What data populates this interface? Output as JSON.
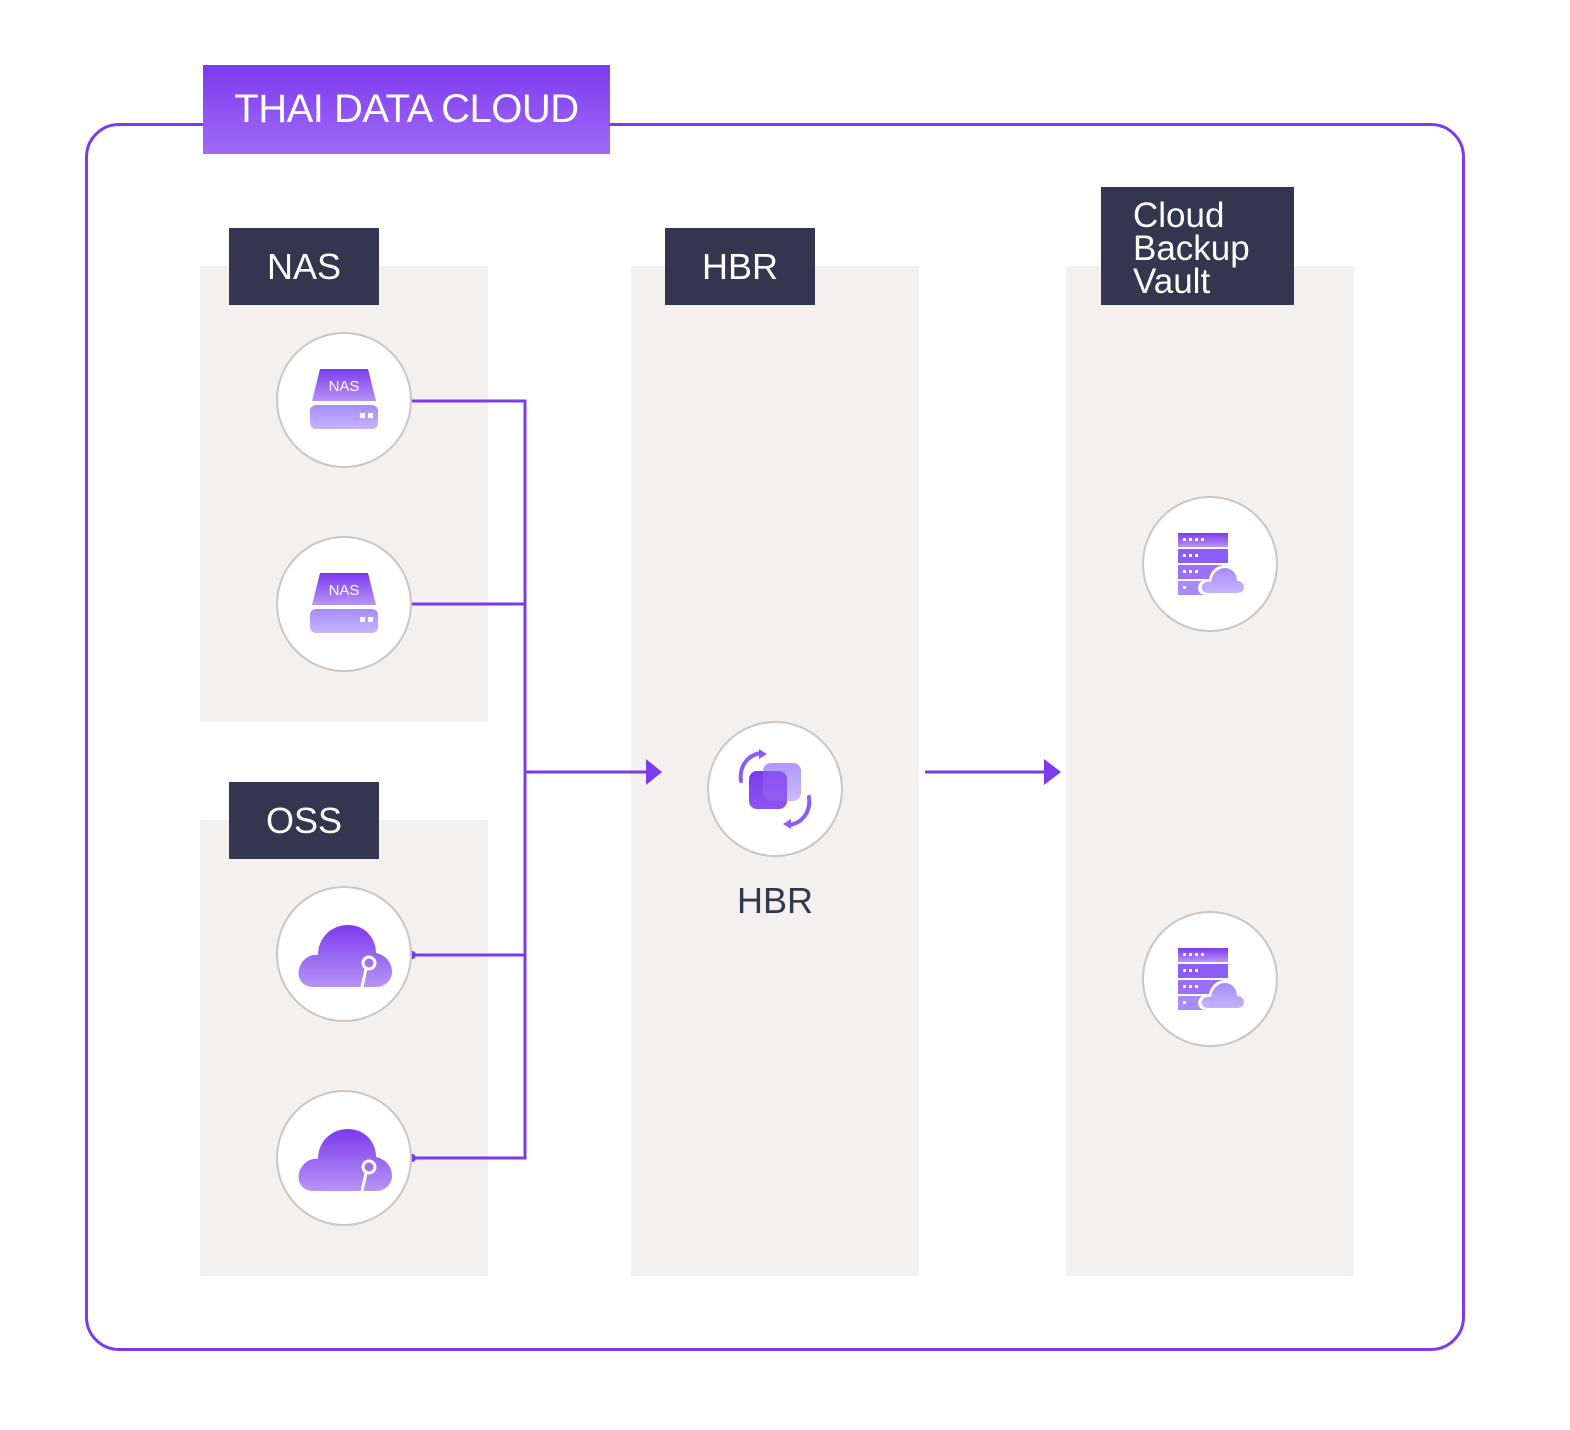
{
  "title": "THAI DATA CLOUD",
  "sections": {
    "nas": {
      "label": "NAS"
    },
    "oss": {
      "label": "OSS"
    },
    "hbr": {
      "label": "HBR",
      "node_caption": "HBR"
    },
    "vault": {
      "label_lines": [
        "Cloud",
        "Backup",
        "Vault"
      ]
    }
  },
  "icons": {
    "nas_text": "NAS",
    "nas_nodes": [
      "nas-drive-icon",
      "nas-drive-icon"
    ],
    "oss_nodes": [
      "oss-cloud-icon",
      "oss-cloud-icon"
    ],
    "hbr_node": "hbr-sync-icon",
    "vault_nodes": [
      "server-cloud-icon",
      "server-cloud-icon"
    ]
  },
  "colors": {
    "accent": "#7c3aed",
    "accent_light": "#a78bfa",
    "label_bg": "#34354f",
    "panel_bg": "#f3f0ed"
  }
}
